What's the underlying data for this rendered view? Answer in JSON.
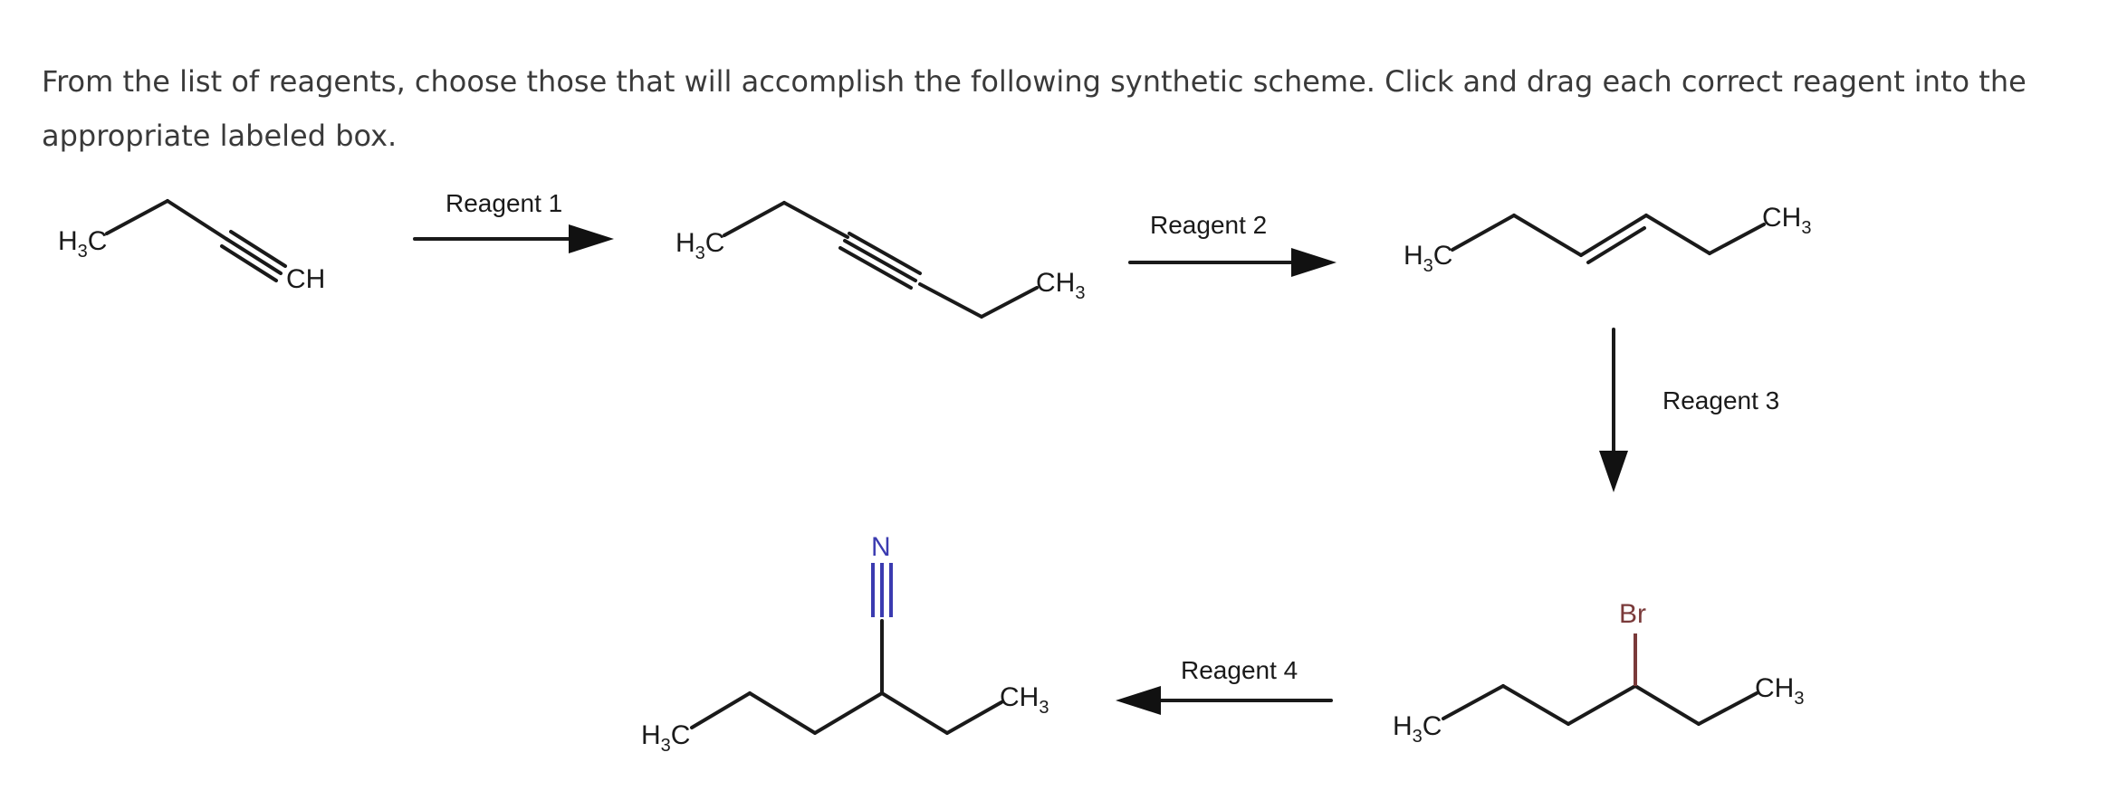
{
  "instructions": "From the list of reagents, choose those that will accomplish the following synthetic scheme. Click and drag each correct reagent into the appropriate labeled box.",
  "reagents": {
    "r1": "Reagent 1",
    "r2": "Reagent 2",
    "r3": "Reagent 3",
    "r4": "Reagent 4"
  },
  "atoms": {
    "h3c": "H",
    "h3c_c": "C",
    "ch": "CH",
    "ch3": "CH",
    "sub3": "3",
    "n": "N",
    "br": "Br"
  },
  "colors": {
    "nitrogen": "#3b3bb0",
    "bromine": "#7a3a3a",
    "text": "#3a3a3a",
    "bond": "#1a1a1a"
  }
}
